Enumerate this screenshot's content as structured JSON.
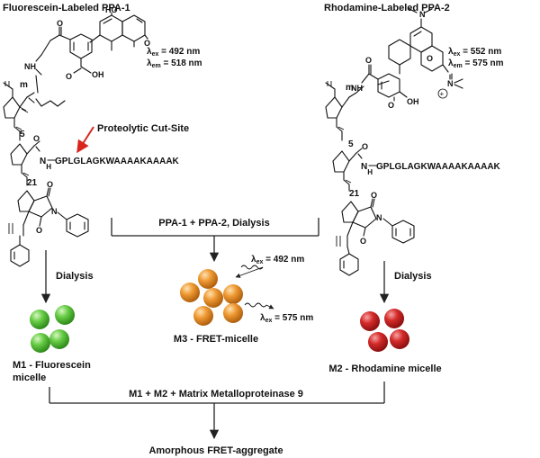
{
  "polymer_left": {
    "title": "Fluorescein-Labeled PPA-1",
    "ex_symbol": "λ",
    "ex_sub": "ex",
    "ex_value": " = 492 nm",
    "em_symbol": "λ",
    "em_sub": "em",
    "em_value": " = 518 nm",
    "oh": "HO",
    "o": "O",
    "oh2": "OH",
    "nh1": "NH",
    "nh2": "N",
    "h2": "H",
    "n": "N",
    "o1": "O",
    "o2": "O",
    "o3": "O",
    "o4": "O",
    "o5": "O",
    "m": "m",
    "five": "5",
    "twentyone": "21",
    "peptide": "GPLGLAGKWAAAAKAAAAK",
    "cut_site": "Proteolytic Cut-Site"
  },
  "polymer_right": {
    "title": "Rhodamine-Labeled PPA-2",
    "ex_symbol": "λ",
    "ex_sub": "ex",
    "ex_value": " = 552 nm",
    "em_symbol": "λ",
    "em_sub": "em",
    "em_value": " = 575 nm",
    "n_top": "N",
    "n_right": "N",
    "plus": "+",
    "o_ring": "O",
    "oh": "OH",
    "nh1": "NH",
    "nh2": "N",
    "h2": "H",
    "n": "N",
    "o1": "O",
    "o2": "O",
    "o3": "O",
    "o4": "O",
    "o5": "O",
    "m": "m",
    "five": "5",
    "twentyone": "21",
    "peptide": "GPLGLAGKWAAAAKAAAAK"
  },
  "steps": {
    "mix": "PPA-1 + PPA-2, Dialysis",
    "dialysis_left": "Dialysis",
    "dialysis_right": "Dialysis",
    "enzyme": "M1 + M2 + Matrix Metalloproteinase 9",
    "product": "Amorphous FRET-aggregate"
  },
  "micelles": {
    "m1_line1": "M1 - Fluorescein",
    "m1_line2": "micelle",
    "m2": "M2 - Rhodamine micelle",
    "m3": "M3 - FRET-micelle",
    "m3_ex_symbol": "λ",
    "m3_ex_sub": "ex",
    "m3_ex_value": " = 492 nm",
    "m3_em_symbol": "λ",
    "m3_em_sub": "ex",
    "m3_em_value": " = 575 nm"
  },
  "colors": {
    "green": "#66cc44",
    "orange": "#ee9933",
    "red": "#d42a2a",
    "arrow_red": "#d8261d"
  }
}
